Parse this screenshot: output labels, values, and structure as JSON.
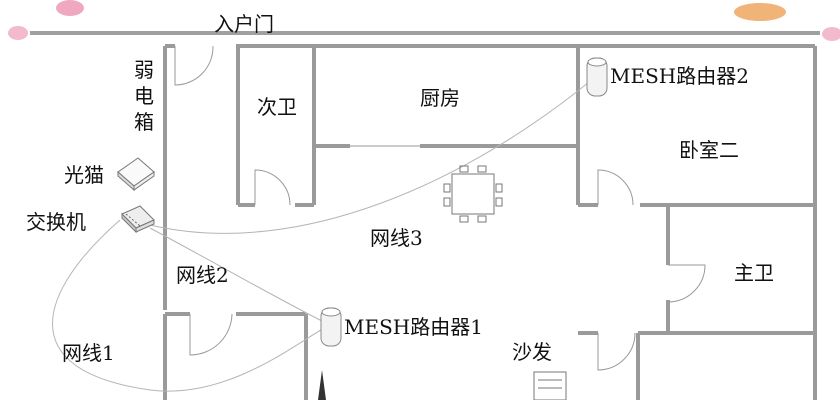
{
  "labels": {
    "entrance": "入户门",
    "weak_box": [
      "弱",
      "电",
      "箱"
    ],
    "optical_modem": "光猫",
    "switch": "交换机",
    "guest_bath": "次卫",
    "kitchen": "厨房",
    "mesh_router_2": "MESH路由器2",
    "bedroom_2": "卧室二",
    "cable_3": "网线3",
    "master_bath": "主卫",
    "cable_2": "网线2",
    "mesh_router_1": "MESH路由器1",
    "cable_1": "网线1",
    "sofa": "沙发"
  },
  "colors": {
    "wall": "#9a9a9a",
    "cable": "#b5b5b5",
    "decor_pink": "#f0a8c0",
    "decor_orange": "#f0b478"
  },
  "icons": [
    "modem-icon",
    "switch-icon",
    "router-icon",
    "dining-table-icon",
    "sofa-icon",
    "door-arc-icon"
  ]
}
